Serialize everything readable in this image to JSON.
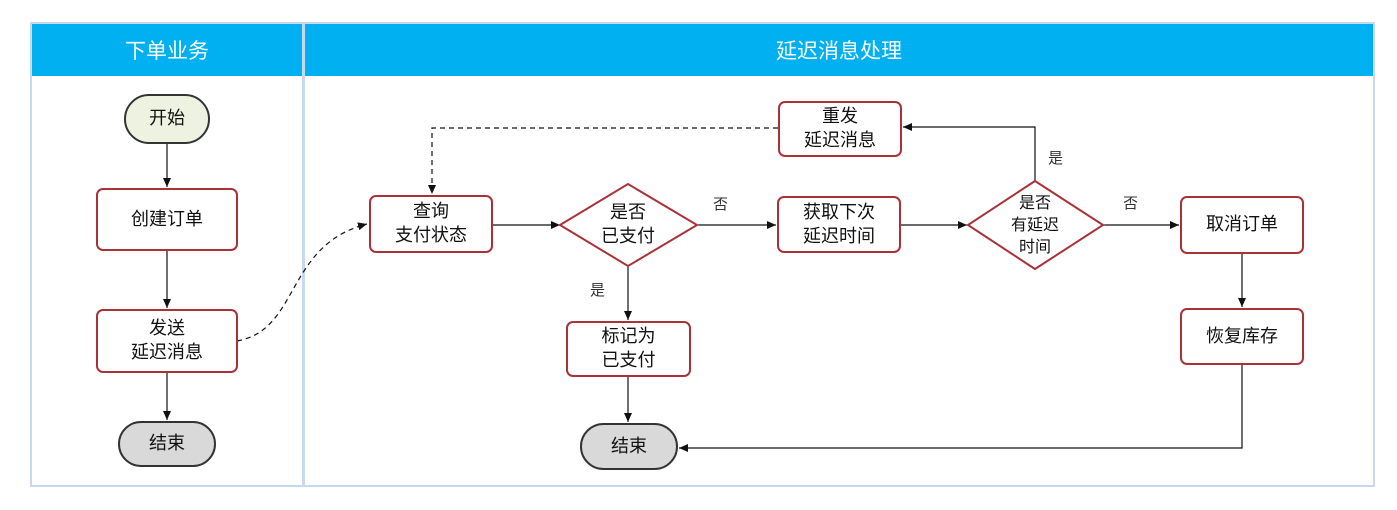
{
  "lanes": {
    "left_title": "下单业务",
    "right_title": "延迟消息处理"
  },
  "left_flow": {
    "start": "开始",
    "create_order": "创建订单",
    "send_delay_line1": "发送",
    "send_delay_line2": "延迟消息",
    "end": "结束"
  },
  "right_flow": {
    "query_line1": "查询",
    "query_line2": "支付状态",
    "paid_q_line1": "是否",
    "paid_q_line2": "已支付",
    "mark_line1": "标记为",
    "mark_line2": "已支付",
    "end": "结束",
    "next_delay_line1": "获取下次",
    "next_delay_line2": "延迟时间",
    "has_delay_line1": "是否",
    "has_delay_line2": "有延迟",
    "has_delay_line3": "时间",
    "resend_line1": "重发",
    "resend_line2": "延迟消息",
    "cancel_order": "取消订单",
    "restore_stock": "恢复库存"
  },
  "edge_labels": {
    "yes": "是",
    "no": "否"
  },
  "colors": {
    "header_bg": "#00b0f0",
    "node_border": "#a93238",
    "start_fill": "#eef3e1",
    "end_fill": "#d9d9d9",
    "lane_border": "#c9d8ec"
  }
}
